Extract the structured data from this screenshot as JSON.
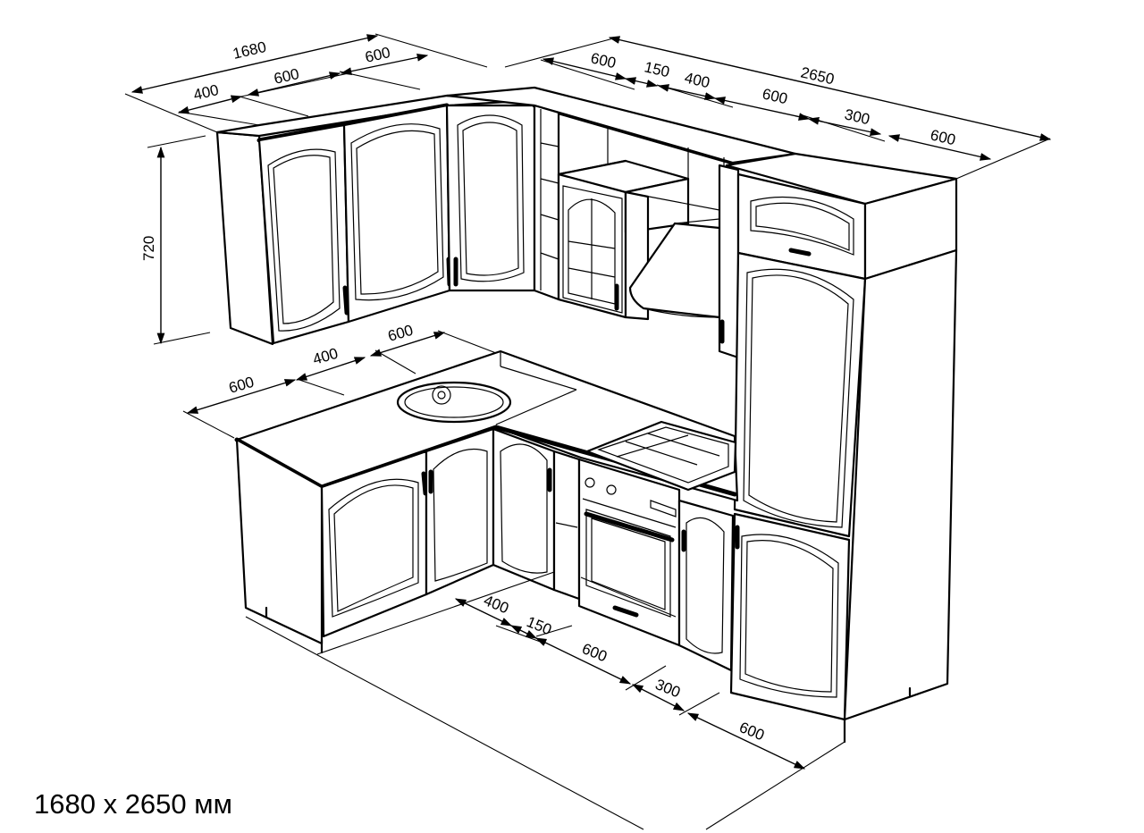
{
  "caption": "1680 x 2650 мм",
  "dimensions": {
    "upper_left_total": "1680",
    "upper_left_a": "400",
    "upper_left_b": "600",
    "upper_left_c": "600",
    "upper_right_total": "2650",
    "upper_right_a": "600",
    "upper_right_b": "150",
    "upper_right_c": "400",
    "upper_right_d": "600",
    "upper_right_e": "300",
    "upper_right_f": "600",
    "height": "720",
    "lower_left_a": "600",
    "lower_left_b": "400",
    "lower_left_c": "600",
    "lower_right_a": "400",
    "lower_right_b": "150",
    "lower_right_c": "600",
    "lower_right_d": "300",
    "lower_right_e": "600"
  }
}
